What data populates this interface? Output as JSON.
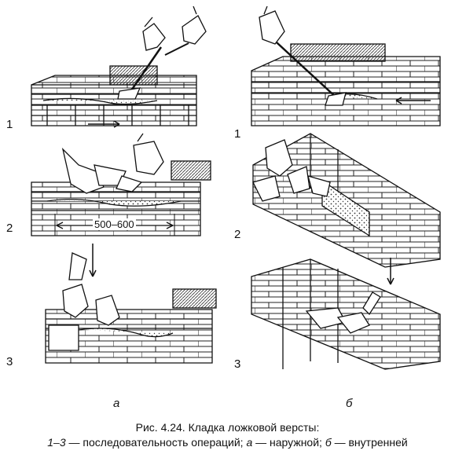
{
  "labels": {
    "step1_left": "1",
    "step2_left": "2",
    "step3_left": "3",
    "step1_right": "1",
    "step2_right": "2",
    "step3_right": "3",
    "dimension": "500–600",
    "column_a": "а",
    "column_b": "б"
  },
  "caption": {
    "line1": "Рис. 4.24. Кладка ложковой версты:",
    "line2_range": "1–3",
    "line2_text_1": " — последовательность операций; ",
    "line2_a": "а",
    "line2_text_2": " — наружной; ",
    "line2_b": "б",
    "line2_text_3": " — внутренней"
  }
}
